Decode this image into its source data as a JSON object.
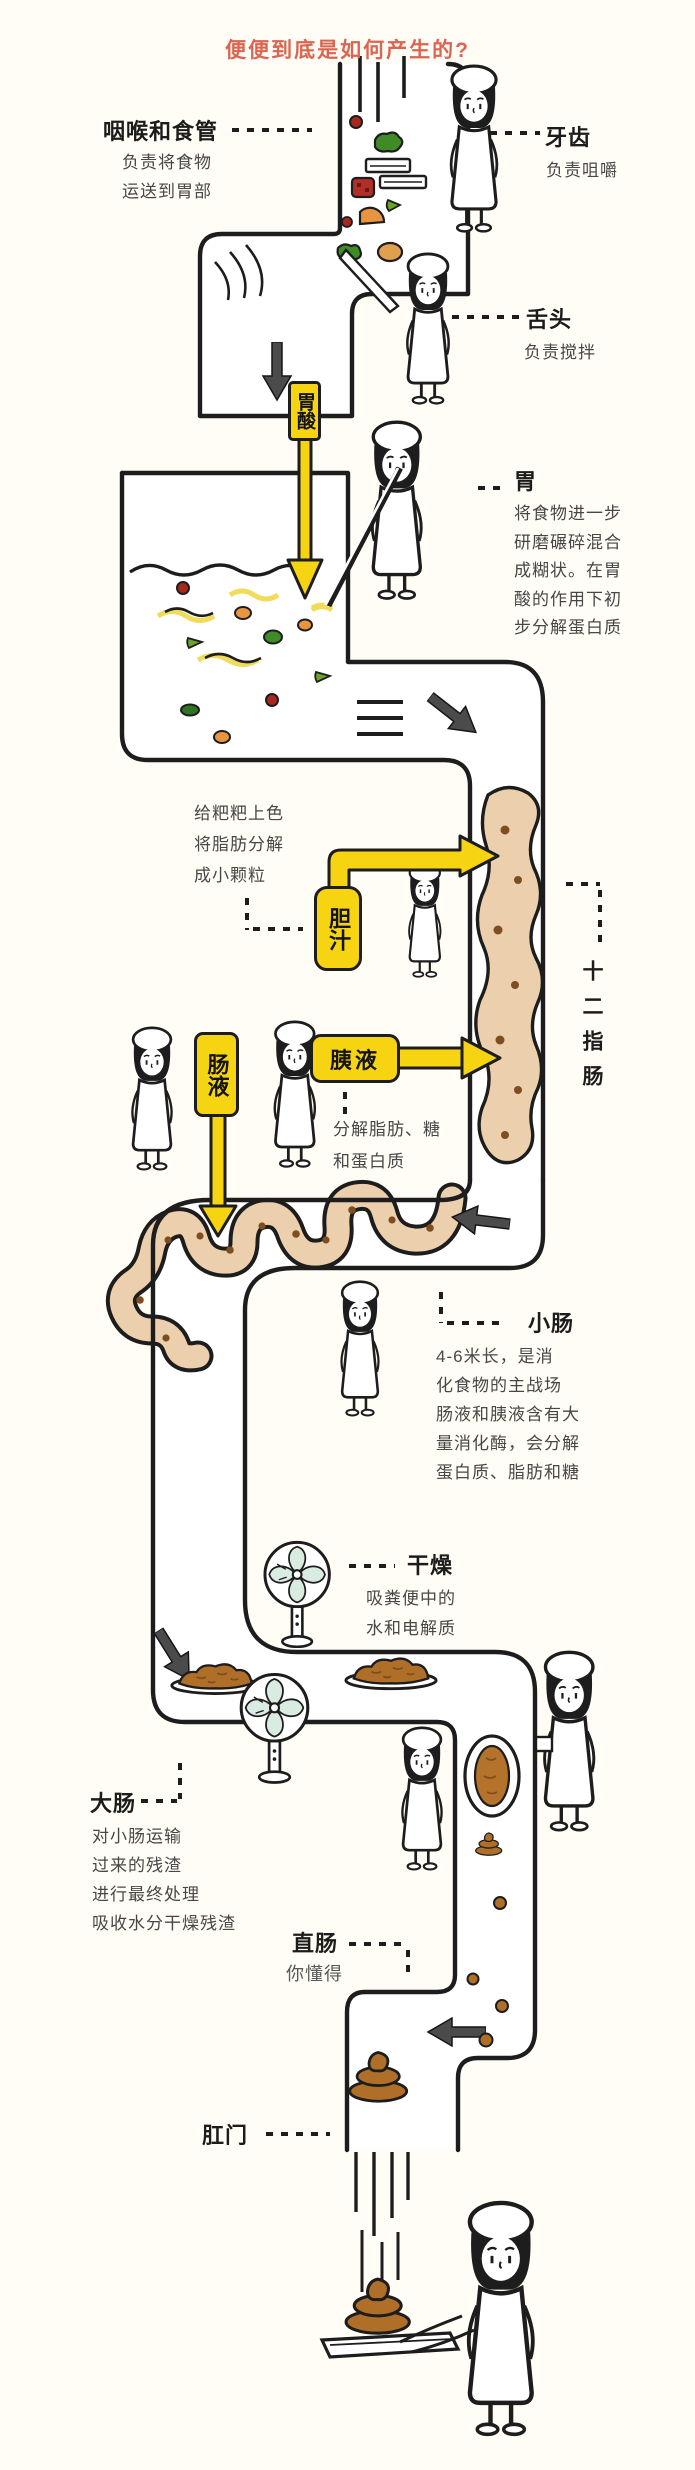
{
  "title": {
    "text": "便便到底是如何产生的?"
  },
  "sections": {
    "esophagus": {
      "label": "咽喉和食管",
      "desc": [
        "负责将食物",
        "运送到胃部"
      ]
    },
    "teeth": {
      "label": "牙齿",
      "desc": [
        "负责咀嚼"
      ]
    },
    "tongue": {
      "label": "舌头",
      "desc": [
        "负责搅拌"
      ]
    },
    "stomach": {
      "label": "胃",
      "desc": [
        "将食物进一步",
        "研磨碾碎混合",
        "成糊状。在胃",
        "酸的作用下初",
        "步分解蛋白质"
      ]
    },
    "bile_note": {
      "desc": [
        "给粑粑上色",
        "将脂肪分解",
        "成小颗粒"
      ]
    },
    "duodenum": {
      "label": "十二指肠"
    },
    "pancreatic_note": {
      "desc": [
        "分解脂肪、糖",
        "和蛋白质"
      ]
    },
    "small_intestine": {
      "label": "小肠",
      "desc": [
        "4-6米长，是消",
        "化食物的主战场",
        "肠液和胰液含有大",
        "量消化酶，会分解",
        "蛋白质、脂肪和糖"
      ]
    },
    "drying": {
      "label": "干燥",
      "desc": [
        "吸粪便中的",
        "水和电解质"
      ]
    },
    "large_intestine": {
      "label": "大肠",
      "desc": [
        "对小肠运输",
        "过来的残渣",
        "进行最终处理",
        "吸收水分干燥残渣"
      ]
    },
    "rectum": {
      "label": "直肠",
      "desc": [
        "你懂得"
      ]
    },
    "anus": {
      "label": "肛门"
    }
  },
  "signs": {
    "stomach_acid": "胃酸",
    "bile": "胆汁",
    "intestinal_fluid": "肠液",
    "pancreatic_fluid": "胰液"
  },
  "colors": {
    "title_red": "#dc6450",
    "sign_yellow": "#f6d412",
    "tract_tan": "#ecd0ae",
    "poop_brown": "#b06f28",
    "line_black": "#1d1d1d",
    "arrow_gray": "#4b4b4b",
    "fan_mint": "#d9ece2"
  }
}
